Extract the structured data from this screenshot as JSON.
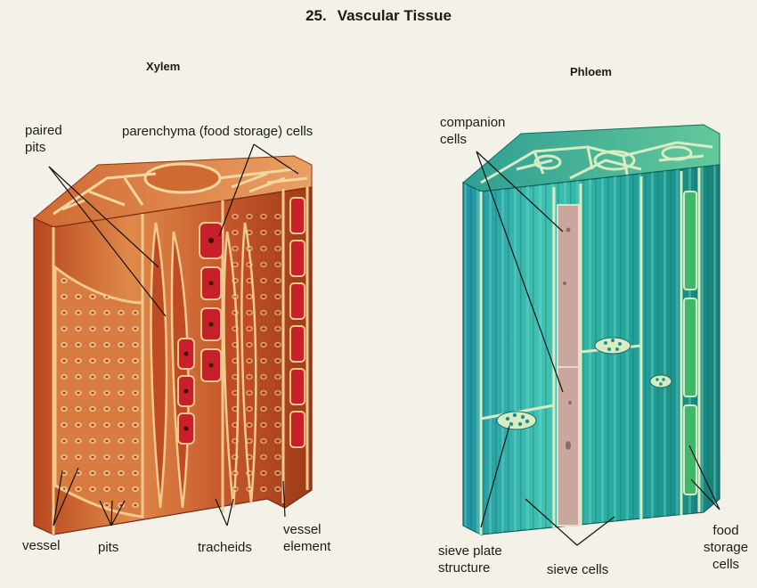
{
  "figure": {
    "number": "25.",
    "title": "Vascular Tissue"
  },
  "xylem": {
    "heading": "Xylem",
    "labels": {
      "paired_pits": "paired\npits",
      "parenchyma": "parenchyma (food storage) cells",
      "vessel": "vessel",
      "pits": "pits",
      "tracheids": "tracheids",
      "vessel_element": "vessel\nelement"
    }
  },
  "phloem": {
    "heading": "Phloem",
    "labels": {
      "companion_cells": "companion\ncells",
      "sieve_plate_structure": "sieve plate\nstructure",
      "sieve_cells": "sieve cells",
      "food_storage_cells": "food\nstorage\ncells"
    }
  },
  "colors": {
    "background": "#f4f1e9",
    "xylem_tissue": "#c4562a",
    "xylem_wall": "#f0c98e",
    "parenchyma": "#c8202a",
    "phloem_tissue": "#2aa9a3",
    "phloem_wall": "#d8ecc4",
    "companion_cell": "#c9a79c"
  }
}
